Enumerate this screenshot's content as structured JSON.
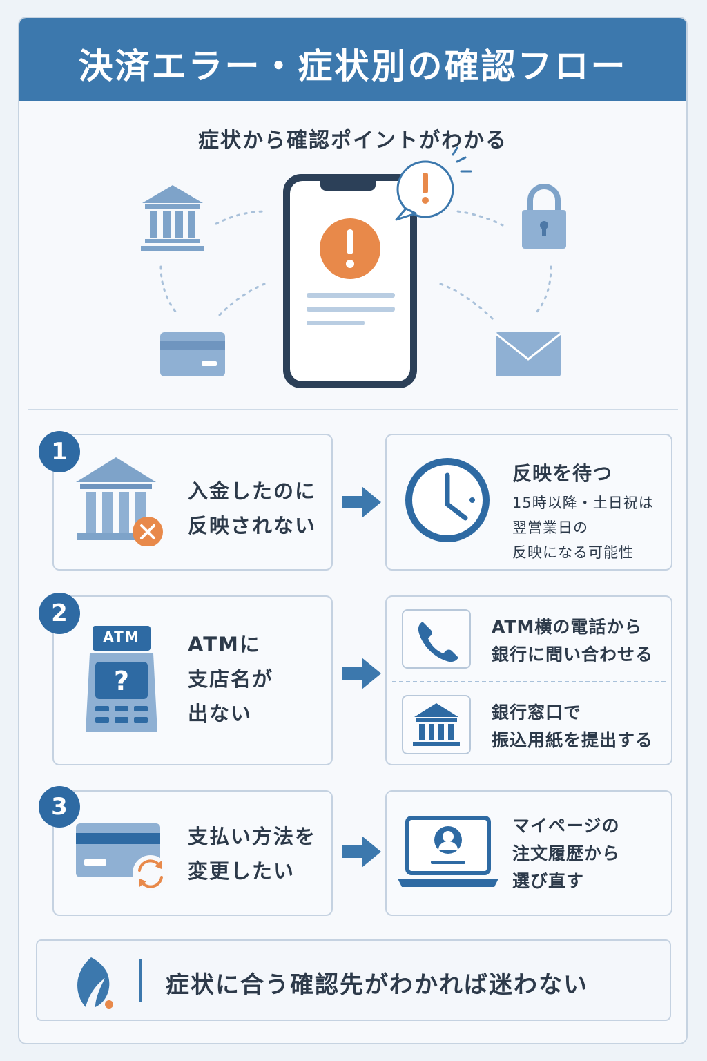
{
  "header": {
    "title": "決済エラー・症状別の確認フロー"
  },
  "subtitle": "症状から確認ポイントがわかる",
  "hero": {
    "phone_alert_icon": "exclamation-icon",
    "speech_alert_icon": "exclamation-bubble-icon",
    "surrounding_icons": [
      "bank-icon",
      "lock-icon",
      "credit-card-icon",
      "mail-icon"
    ]
  },
  "steps": [
    {
      "number": "1",
      "symptom_icon": "bank-error-icon",
      "symptom_lines": [
        "入金したのに",
        "反映されない"
      ],
      "answer_icon": "clock-icon",
      "answer_title": "反映を待つ",
      "answer_lines": [
        "15時以降・土日祝は",
        "翌営業日の",
        "反映になる可能性"
      ]
    },
    {
      "number": "2",
      "symptom_icon": "atm-icon",
      "atm_label": "ATM",
      "atm_mark": "?",
      "symptom_lines": [
        "ATMに",
        "支店名が",
        "出ない"
      ],
      "answers": [
        {
          "icon": "phone-icon",
          "lines": [
            "ATM横の電話から",
            "銀行に問い合わせる"
          ]
        },
        {
          "icon": "bank-icon",
          "lines": [
            "銀行窓口で",
            "振込用紙を提出する"
          ]
        }
      ]
    },
    {
      "number": "3",
      "symptom_icon": "card-change-icon",
      "symptom_lines": [
        "支払い方法を",
        "変更したい"
      ],
      "answer_icon": "laptop-user-icon",
      "answer_lines": [
        "マイページの",
        "注文履歴から",
        "選び直す"
      ]
    }
  ],
  "footer": {
    "icon": "leaf-icon",
    "message": "症状に合う確認先がわかれば迷わない"
  },
  "colors": {
    "primary": "#3c78ad",
    "dark_blue": "#2e6aa3",
    "light_blue": "#8fb0d3",
    "accent_orange": "#e8894a",
    "navy": "#2a3f57"
  }
}
